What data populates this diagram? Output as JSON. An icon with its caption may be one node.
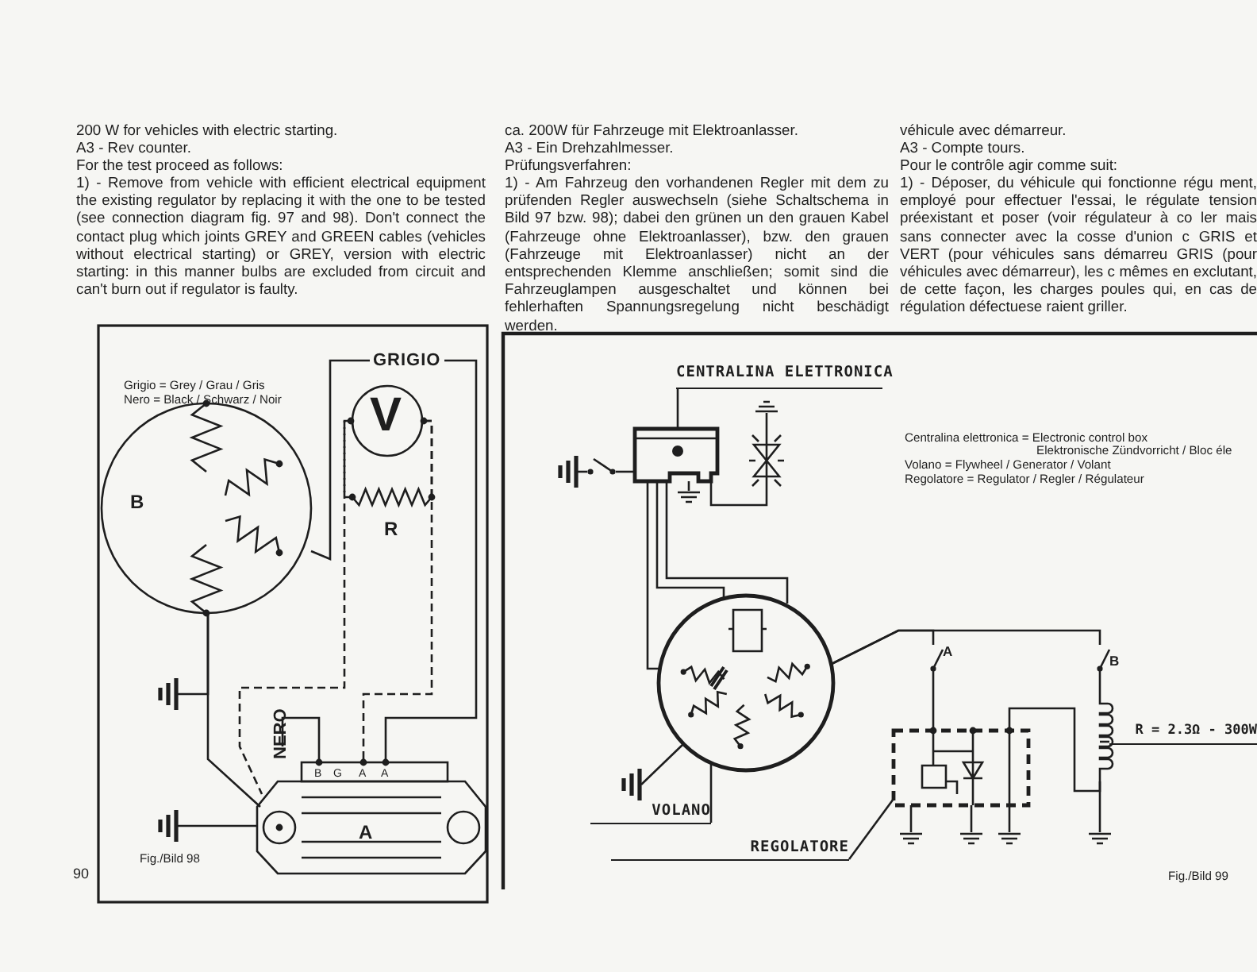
{
  "diagram": {
    "nodes": [
      {
        "text": [
          "B"
        ]
      },
      {
        "text": [
          "V"
        ]
      },
      {
        "text": [
          "R"
        ]
      },
      {
        "text": [
          "A"
        ],
        "beside": [
          "B",
          "G",
          "A",
          "A"
        ]
      },
      {
        "text": [],
        "shape": "ground"
      },
      {
        "text": [],
        "shape": "ground"
      },
      {
        "text": [
          "CENTRALINA ELETTRONICA"
        ]
      },
      {
        "text": [],
        "shape": "box"
      },
      {
        "text": [],
        "shape": "picture"
      },
      {
        "text": [],
        "shape": "ground"
      },
      {
        "text": [],
        "shape": "switch"
      },
      {
        "text": [],
        "shape": "ground"
      },
      {
        "text": [],
        "shape": "ground"
      },
      {
        "text": [],
        "shape": "circle"
      },
      {
        "text": [],
        "shape": "ground"
      },
      {
        "text": [
          "VOLANO"
        ]
      },
      {
        "text": [],
        "shape": "box"
      },
      {
        "text": [
          "REGOLATORE"
        ]
      },
      {
        "text": [
          "A"
        ]
      },
      {
        "text": [
          "B"
        ]
      },
      {
        "text": [],
        "shape": "coil"
      },
      {
        "text": [
          "R = 2.3Ω - 300W"
        ]
      },
      {
        "text": [],
        "shape": "ground"
      },
      {
        "text": [],
        "shape": "ground"
      },
      {
        "text": [],
        "shape": "ground"
      },
      {
        "text": [],
        "shape": "ground"
      }
    ],
    "edges": [
      {
        "from": 0,
        "to": 3,
        "arrow": "none"
      },
      {
        "from": 0,
        "to": 3,
        "arrow": "none",
        "label": "GRIGIO"
      },
      {
        "from": 1,
        "to": 3,
        "arrow": "none",
        "style": "dashed"
      },
      {
        "from": 1,
        "to": 3,
        "arrow": "none",
        "style": "dashed"
      },
      {
        "from": 2,
        "to": 1,
        "arrow": "none",
        "style": "dashed"
      },
      {
        "from": 2,
        "to": 1,
        "arrow": "none",
        "style": "dashed"
      },
      {
        "from": 4,
        "to": 0,
        "arrow": "none"
      },
      {
        "from": 5,
        "to": 3,
        "arrow": "none"
      },
      {
        "from": 6,
        "to": 7,
        "arrow": "none"
      },
      {
        "from": 7,
        "to": 8,
        "arrow": "none"
      },
      {
        "from": 9,
        "to": 8,
        "arrow": "none"
      },
      {
        "from": 10,
        "to": 7,
        "arrow": "none"
      },
      {
        "from": 11,
        "to": 10,
        "arrow": "none"
      },
      {
        "from": 12,
        "to": 7,
        "arrow": "none"
      },
      {
        "from": 7,
        "to": 13,
        "arrow": "none"
      },
      {
        "from": 7,
        "to": 13,
        "arrow": "none"
      },
      {
        "from": 7,
        "to": 13,
        "arrow": "none"
      },
      {
        "from": 14,
        "to": 13,
        "arrow": "none"
      },
      {
        "from": 15,
        "to": 13,
        "arrow": "none"
      },
      {
        "from": 17,
        "to": 16,
        "arrow": "none"
      },
      {
        "from": 13,
        "to": 18,
        "arrow": "none"
      },
      {
        "from": 13,
        "to": 19,
        "arrow": "none"
      },
      {
        "from": 18,
        "to": 16,
        "arrow": "none"
      },
      {
        "from": 19,
        "to": 20,
        "arrow": "none"
      },
      {
        "from": 16,
        "to": 20,
        "arrow": "none"
      },
      {
        "from": 21,
        "to": 20,
        "arrow": "none"
      },
      {
        "from": 22,
        "to": 16,
        "arrow": "none"
      },
      {
        "from": 23,
        "to": 16,
        "arrow": "none"
      },
      {
        "from": 24,
        "to": 16,
        "arrow": "none"
      },
      {
        "from": 25,
        "to": 20,
        "arrow": "none"
      }
    ],
    "labels": [
      "200 W for vehicles with electric starting.",
      "A3 - Rev counter.",
      "For the test proceed as follows:",
      "1) - Remove from vehicle with efficient electrical equipment the existing regulator by replacing it with the one to be tested (see connection diagram fig. 97 and 98). Don't connect the contact plug which joints GREY and GREEN cables (vehicles without electrical starting) or GREY, version with electric starting: in this manner bulbs are excluded from circuit and can't burn out if regulator is faulty.",
      "ca. 200W für Fahrzeuge mit Elektroanlasser.",
      "A3 - Ein Drehzahlmesser.",
      "Prüfungsverfahren:",
      "1) - Am Fahrzeug den vorhandenen Regler mit dem zu prüfenden Regler auswechseln (siehe Schaltschema in Bild 97 bzw. 98); dabei den grünen un den grauen Kabel (Fahrzeuge ohne Elektroanlasser), bzw. den grauen (Fahrzeuge mit Elektroanlasser) nicht an der entsprechenden Klemme anschließen; somit sind die Fahrzeuglampen ausgeschaltet und können bei fehlerhaften Spannungsregelung nicht beschädigt werden.",
      "véhicule avec démarreur.",
      "A3 - Compte tours.",
      "Pour le contrôle agir comme suit:",
      "1) - Déposer, du véhicule qui fonctionne régu ment, employé pour effectuer l'essai, le régulate tension préexistant et poser (voir régulateur à co ler mais sans connecter avec la cosse d'union c GRIS et VERT (pour véhicules sans démarreu GRIS (pour véhicules avec démarreur), les c mêmes en exclutant, de cette façon, les charges poules qui, en cas de régulation défectuese raient griller.",
      "Grigio = Grey / Grau / Gris",
      "Nero = Black / Schwarz / Noir",
      "NERO",
      "Fig./Bild 98",
      "90",
      "Centralina elettronica = Electronic control box",
      "Elektronische Zündvorricht / Bloc éle",
      "Volano = Flywheel / Generator / Volant",
      "Regolatore = Regulator / Regler / Régulateur",
      "Fig./Bild 99"
    ]
  }
}
